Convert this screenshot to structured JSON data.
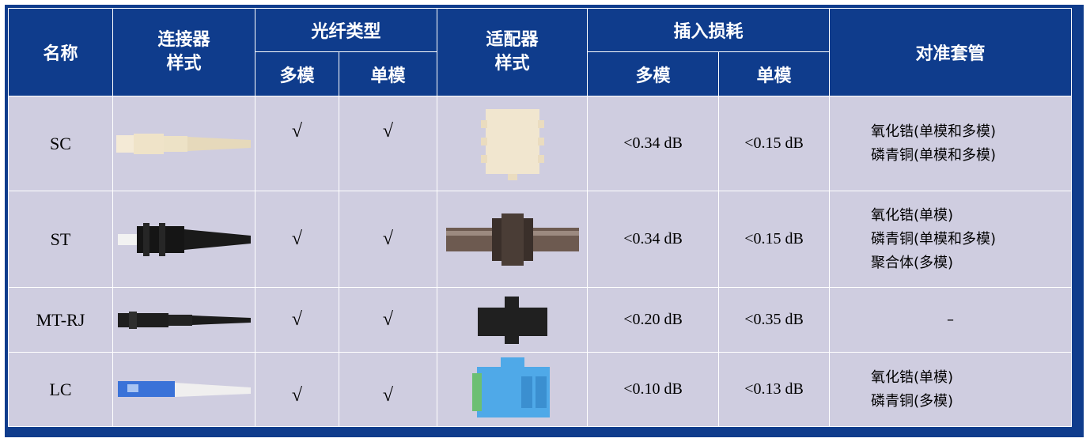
{
  "headers": {
    "name": "名称",
    "connector_style": "连接器\n样式",
    "fiber_type": "光纤类型",
    "multimode": "多模",
    "singlemode": "单模",
    "adapter_style": "适配器\n样式",
    "insertion_loss": "插入损耗",
    "alignment_sleeve": "对准套管"
  },
  "rows": [
    {
      "name": "SC",
      "mm_check": "√",
      "sm_check": "√",
      "loss_mm": "<0.34 dB",
      "loss_sm": "<0.15 dB",
      "sleeve": [
        "氧化锆(单模和多模)",
        "磷青铜(单模和多模)"
      ]
    },
    {
      "name": "ST",
      "mm_check": "√",
      "sm_check": "√",
      "loss_mm": "<0.34 dB",
      "loss_sm": "<0.15 dB",
      "sleeve": [
        "氧化锆(单模)",
        "磷青铜(单模和多模)",
        "聚合体(多模)"
      ]
    },
    {
      "name": "MT-RJ",
      "mm_check": "√",
      "sm_check": "√",
      "loss_mm": "<0.20 dB",
      "loss_sm": "<0.35 dB",
      "sleeve": [
        "–"
      ]
    },
    {
      "name": "LC",
      "mm_check": "√",
      "sm_check": "√",
      "loss_mm": "<0.10 dB",
      "loss_sm": "<0.13 dB",
      "sleeve": [
        "氧化锆(单模)",
        "磷青铜(多模)"
      ]
    }
  ],
  "colors": {
    "header_bg": "#0f3c8c",
    "cell_bg": "#cfcde0",
    "border": "#ffffff"
  },
  "icons": [
    "sc-connector-image",
    "st-connector-image",
    "mtrj-connector-image",
    "lc-connector-image",
    "sc-adapter-image",
    "st-adapter-image",
    "mtrj-adapter-image",
    "lc-adapter-image"
  ]
}
